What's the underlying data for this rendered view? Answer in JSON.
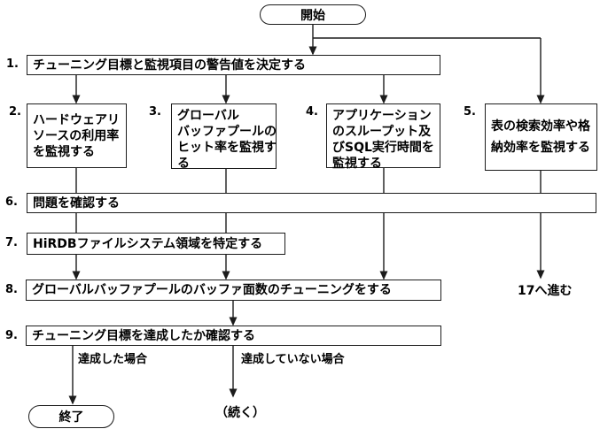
{
  "diagram": {
    "title_hint": "tuning-flowchart",
    "start_label": "開始",
    "end_label": "終了",
    "continue_label": "（続く）",
    "goto_label": "17へ進む",
    "branch_achieved_label": "達成した場合",
    "branch_not_achieved_label": "達成していない場合",
    "steps": [
      {
        "num": "1.",
        "text": "チューニング目標と監視項目の警告値を決定する"
      },
      {
        "num": "2.",
        "text": "ハードウェアリ\nソースの利用率\nを監視する"
      },
      {
        "num": "3.",
        "text": "グローバル\nバッファプールの\nヒット率を監視す\nる"
      },
      {
        "num": "4.",
        "text": "アプリケーション\nのスループット及\nびSQL実行時間を\n監視する"
      },
      {
        "num": "5.",
        "text": "表の検索効率や格\n納効率を監視する"
      },
      {
        "num": "6.",
        "text": "問題を確認する"
      },
      {
        "num": "7.",
        "text": "HiRDBファイルシステム領域を特定する"
      },
      {
        "num": "8.",
        "text": "グローバルバッファプールのバッファ面数のチューニングをする"
      },
      {
        "num": "9.",
        "text": "チューニング目標を達成したか確認する"
      }
    ]
  },
  "colors": {
    "line": "#1c1c1c",
    "background": "#ffffff",
    "text": "#000000"
  }
}
